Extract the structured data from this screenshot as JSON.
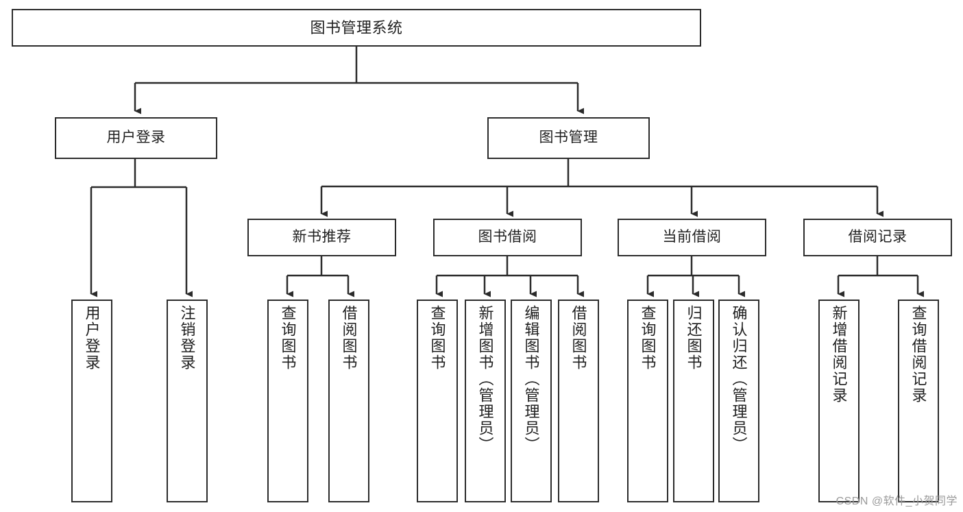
{
  "diagram": {
    "type": "tree",
    "title": "图书管理系统",
    "orientation": "top-down",
    "line_color": "#2b2b2b",
    "box_fill": "#ffffff",
    "text_color": "#1f1f1f",
    "nodes": {
      "root": {
        "label": "图书管理系统",
        "level": 0
      },
      "l1": [
        {
          "id": "user_login",
          "label": "用户登录"
        },
        {
          "id": "book_manage",
          "label": "图书管理"
        }
      ],
      "l2": [
        {
          "id": "new_book_rec",
          "label": "新书推荐",
          "parent": "book_manage"
        },
        {
          "id": "book_borrow",
          "label": "图书借阅",
          "parent": "book_manage"
        },
        {
          "id": "current_borrow",
          "label": "当前借阅",
          "parent": "book_manage"
        },
        {
          "id": "borrow_record",
          "label": "借阅记录",
          "parent": "book_manage"
        }
      ],
      "leaves": [
        {
          "id": "leaf_user_login",
          "label": "用户登录",
          "parent": "user_login"
        },
        {
          "id": "leaf_user_logout",
          "label": "注销登录",
          "parent": "user_login"
        },
        {
          "id": "leaf_query_book_1",
          "label": "查询图书",
          "parent": "new_book_rec"
        },
        {
          "id": "leaf_borrow_book_1",
          "label": "借阅图书",
          "parent": "new_book_rec"
        },
        {
          "id": "leaf_query_book_2",
          "label": "查询图书",
          "parent": "book_borrow"
        },
        {
          "id": "leaf_add_book",
          "label": "新增图书（管理员）",
          "parent": "book_borrow"
        },
        {
          "id": "leaf_edit_book",
          "label": "编辑图书（管理员）",
          "parent": "book_borrow"
        },
        {
          "id": "leaf_borrow_book_2",
          "label": "借阅图书",
          "parent": "book_borrow"
        },
        {
          "id": "leaf_query_book_3",
          "label": "查询图书",
          "parent": "current_borrow"
        },
        {
          "id": "leaf_return_book",
          "label": "归还图书",
          "parent": "current_borrow"
        },
        {
          "id": "leaf_confirm_return",
          "label": "确认归还（管理员）",
          "parent": "current_borrow"
        },
        {
          "id": "leaf_add_record",
          "label": "新增借阅记录",
          "parent": "borrow_record"
        },
        {
          "id": "leaf_query_record",
          "label": "查询借阅记录",
          "parent": "borrow_record"
        }
      ]
    }
  },
  "watermark": {
    "text": "CSDN @软件_小贺同学"
  }
}
